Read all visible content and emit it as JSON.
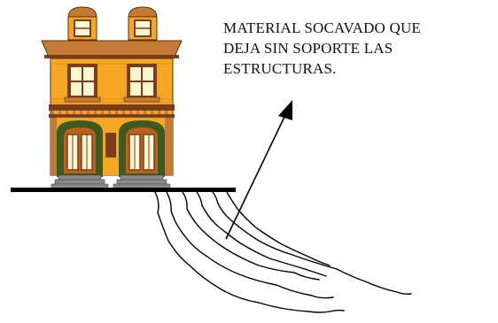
{
  "annotation": {
    "lines": [
      "MATERIAL SOCAVADO QUE",
      "DEJA SIN SOPORTE  LAS",
      "ESTRUCTURAS."
    ]
  },
  "colors": {
    "wall": "#F5A623",
    "roof": "#C47A35",
    "trim": "#7A3E1A",
    "window": "#FDF6D0",
    "foliage": "#3E5A1E",
    "ground": "#000000",
    "line": "#000000"
  },
  "icons": {
    "house": "house-icon",
    "arrow": "arrow-up-right-icon"
  }
}
